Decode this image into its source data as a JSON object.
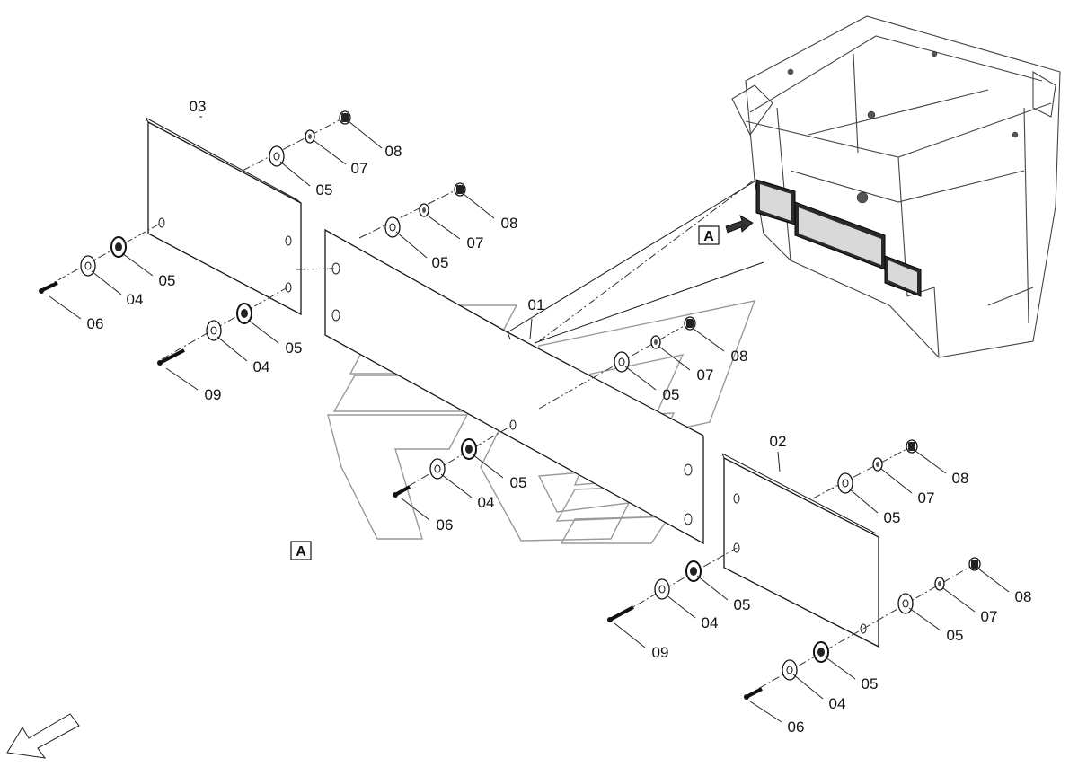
{
  "diagram": {
    "view_marker": "A",
    "callouts": [
      {
        "id": "c-03",
        "label": "03"
      },
      {
        "id": "c-08-a",
        "label": "08"
      },
      {
        "id": "c-07-a",
        "label": "07"
      },
      {
        "id": "c-05-a",
        "label": "05"
      },
      {
        "id": "c-05-b",
        "label": "05"
      },
      {
        "id": "c-04-a",
        "label": "04"
      },
      {
        "id": "c-06-a",
        "label": "06"
      },
      {
        "id": "c-05-c",
        "label": "05"
      },
      {
        "id": "c-04-b",
        "label": "04"
      },
      {
        "id": "c-09-a",
        "label": "09"
      },
      {
        "id": "c-08-b",
        "label": "08"
      },
      {
        "id": "c-07-b",
        "label": "07"
      },
      {
        "id": "c-05-d",
        "label": "05"
      },
      {
        "id": "c-01",
        "label": "01"
      },
      {
        "id": "c-08-c",
        "label": "08"
      },
      {
        "id": "c-07-c",
        "label": "07"
      },
      {
        "id": "c-05-e",
        "label": "05"
      },
      {
        "id": "c-05-f",
        "label": "05"
      },
      {
        "id": "c-04-c",
        "label": "04"
      },
      {
        "id": "c-06-b",
        "label": "06"
      },
      {
        "id": "c-02",
        "label": "02"
      },
      {
        "id": "c-08-d",
        "label": "08"
      },
      {
        "id": "c-07-d",
        "label": "07"
      },
      {
        "id": "c-05-g",
        "label": "05"
      },
      {
        "id": "c-05-h",
        "label": "05"
      },
      {
        "id": "c-04-d",
        "label": "04"
      },
      {
        "id": "c-09-b",
        "label": "09"
      },
      {
        "id": "c-08-e",
        "label": "08"
      },
      {
        "id": "c-07-e",
        "label": "07"
      },
      {
        "id": "c-05-i",
        "label": "05"
      },
      {
        "id": "c-05-j",
        "label": "05"
      },
      {
        "id": "c-04-e",
        "label": "04"
      },
      {
        "id": "c-06-c",
        "label": "06"
      }
    ]
  }
}
